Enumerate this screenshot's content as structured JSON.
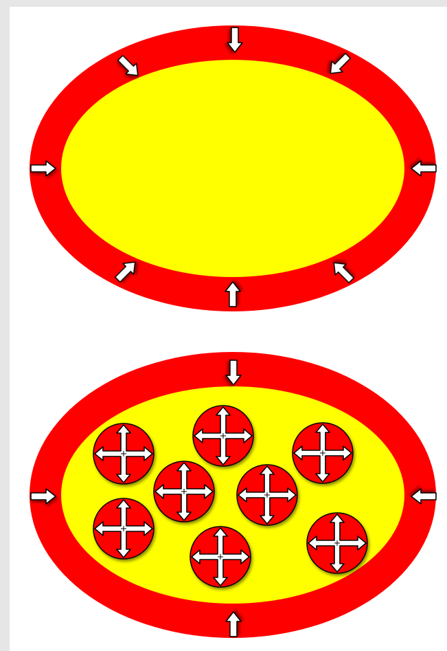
{
  "colors": {
    "background": "#e6e6e6",
    "canvas": "#ffffff",
    "outer_ring": "#ff0000",
    "inner_fill": "#ffff00",
    "arrow_fill": "#ffffff",
    "arrow_stroke": "#000000",
    "particle_fill": "#ff0000"
  },
  "figures": [
    {
      "name": "upper-ellipse",
      "inward_arrows": [
        "top",
        "top-left",
        "top-right",
        "left",
        "right",
        "bottom-left",
        "bottom-right",
        "bottom"
      ],
      "particles": 0
    },
    {
      "name": "lower-ellipse",
      "inward_arrows": [
        "top",
        "left",
        "right",
        "bottom"
      ],
      "particles": 8,
      "particle_icon": "four-way-arrow-icon"
    }
  ]
}
